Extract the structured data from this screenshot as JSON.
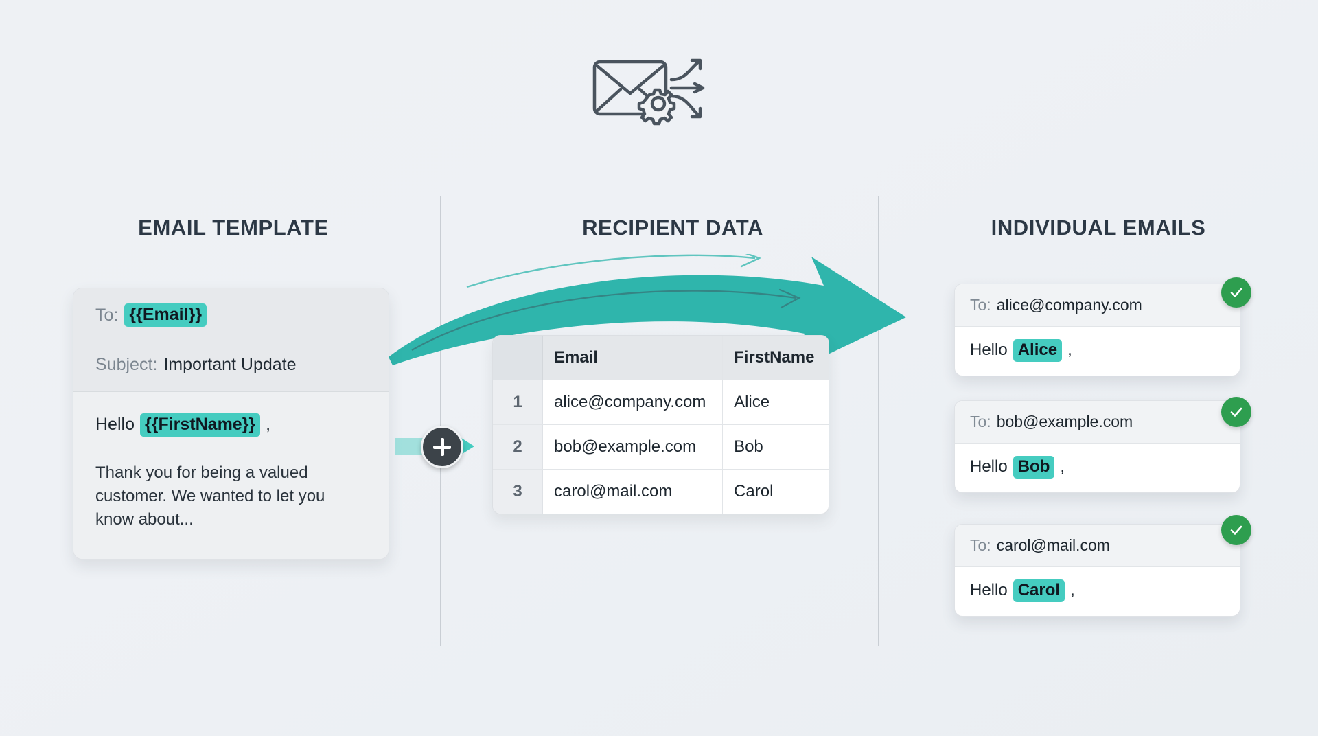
{
  "header_icon": {
    "name": "mail-merge-icon",
    "parts": [
      "envelope-icon",
      "gear-icon",
      "diverging-arrows-icon"
    ]
  },
  "columns": {
    "template_heading": "EMAIL TEMPLATE",
    "recipients_heading": "RECIPIENT DATA",
    "output_heading": "INDIVIDUAL EMAILS"
  },
  "template": {
    "to_label": "To:",
    "to_value": "{{Email}}",
    "subject_label": "Subject:",
    "subject_value": "Important Update",
    "greeting_prefix": "Hello",
    "greeting_token": "{{FirstName}}",
    "greeting_suffix": ",",
    "body": "Thank you for being a valued customer. We wanted to let you know about..."
  },
  "connector": {
    "plus_label": "+"
  },
  "recipients": {
    "columns": [
      "",
      "Email",
      "FirstName"
    ],
    "rows": [
      {
        "index": "1",
        "email": "alice@company.com",
        "first_name": "Alice"
      },
      {
        "index": "2",
        "email": "bob@example.com",
        "first_name": "Bob"
      },
      {
        "index": "3",
        "email": "carol@mail.com",
        "first_name": "Carol"
      }
    ]
  },
  "outputs": [
    {
      "to_label": "To:",
      "to_value": "alice@company.com",
      "greeting_prefix": "Hello",
      "greeting_token": "Alice",
      "greeting_suffix": ",",
      "status": "sent"
    },
    {
      "to_label": "To:",
      "to_value": "bob@example.com",
      "greeting_prefix": "Hello",
      "greeting_token": "Bob",
      "greeting_suffix": ",",
      "status": "sent"
    },
    {
      "to_label": "To:",
      "to_value": "carol@mail.com",
      "greeting_prefix": "Hello",
      "greeting_token": "Carol",
      "greeting_suffix": ",",
      "status": "sent"
    }
  ],
  "colors": {
    "background": "#eef1f4",
    "accent_teal": "#2fb5ac",
    "highlight_teal": "#45ccc0",
    "success_green": "#2e9e4f",
    "heading": "#2c3845",
    "icon_stroke": "#4a545e"
  }
}
